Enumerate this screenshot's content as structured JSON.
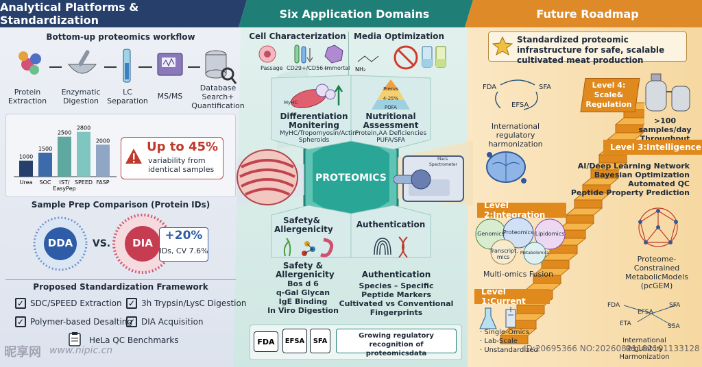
{
  "left": {
    "title": "Analytical Platforms & Standardization",
    "workflow_title": "Bottom-up proteomics workflow",
    "workflow_steps": [
      "Protein Extraction",
      "Enzymatic Digestion",
      "LC Separation",
      "MS/MS",
      "Database Search+ Quantification"
    ],
    "bar_chart": {
      "categories": [
        "Urea",
        "SOC",
        "IST/ EasyPep",
        "SPEED",
        "FASP"
      ],
      "values": [
        1000,
        1500,
        2500,
        2800,
        2000
      ]
    },
    "alert_title": "Up to 45%",
    "alert_sub": "variability from identical samples",
    "comparison_title": "Sample Prep Comparison (Protein IDs)",
    "dda": "DDA",
    "vs": "VS.",
    "dia": "DIA",
    "gain": "+20%",
    "gain_sub": "IDs, CV 7.6%",
    "framework_title": "Proposed Standardization Framework",
    "framework": [
      "SDC/SPEED Extraction",
      "3h Trypsin/LysC Digestion",
      "Polymer-based Desalting",
      "DIA Acquisition",
      "HeLa QC Benchmarks"
    ]
  },
  "mid": {
    "title": "Six Application Domains",
    "cell_title": "Cell Characterization",
    "cell_items": [
      "Passage",
      "CD29+/CD56+",
      "Immortal"
    ],
    "media_title": "Media Optimization",
    "diff_icon_label": "MyHC",
    "diff_title": "Differentiation Monitering",
    "diff_sub": "MyHC/Tropomyosin/Actin Spheroids",
    "nutri_pyramid": [
      "Prervs",
      "4-25%",
      "POFA"
    ],
    "nutri_title": "Nutritional Assessment",
    "nutri_sub": "Protein,AA Deficiencies PUFA/SFA",
    "center": "PROTEOMICS",
    "ms_label1": "Macs",
    "ms_label2": "Spectrometer",
    "safety_hex_title": "Safety& Allergenicity",
    "auth_hex_title": "Authentication",
    "safety_title": "Safety & Allergenicity",
    "safety_items": [
      "Bos d 6",
      "q-Gal Glycan",
      "IgE Binding",
      "In Viro Digestion"
    ],
    "auth_title": "Authentication",
    "auth_items": [
      "Species – Specific",
      "Peptide Markers",
      "Cultivated vs Conventional",
      "Fingerprints"
    ],
    "logos": [
      "FDA",
      "EFSA",
      "SFA"
    ],
    "recog": "Growing regulatory recognition of proteomicsdata"
  },
  "right": {
    "title": "Future Roadmap",
    "banner": "Standardized proteomic infrastructure for safe, scalable cultivated meat production",
    "cycle": [
      "FDA",
      "SFA",
      "EFSA"
    ],
    "cycle_caption": "International regulatory harmonization",
    "level4": "Level 4: Scale& Regulation",
    "throughput": ">100 samples/day Throughput",
    "level3": "Level 3:Intelligence",
    "ai_items": [
      "AI/Deep Learning Network",
      "Bayesian Optimization",
      "Automated QC",
      "Peptide Property Prediction"
    ],
    "level2": "Level 2:Integration",
    "omics": [
      "Genomics",
      "Proteomics",
      "Lipidomics",
      "Transcript. mics",
      "Metabolomica"
    ],
    "multi": "Multi-omics Fusion",
    "pcgem": "Proteome-Constrained MetabolicModels (pcGEM)",
    "level1": "Level 1:Current",
    "current_items": [
      "· Single-Omics",
      "· Lab-Scale",
      "· Unstandardized"
    ],
    "reg_nodes": [
      "FDA",
      "EFSA",
      "SFA",
      "ETA",
      "S5A"
    ],
    "reg_caption": "International Regulatory Harmonization"
  },
  "watermark": {
    "logo": "昵享网",
    "url": "www.nipic.cn",
    "id": "ID:20695366 NO:20260821182101133128"
  }
}
